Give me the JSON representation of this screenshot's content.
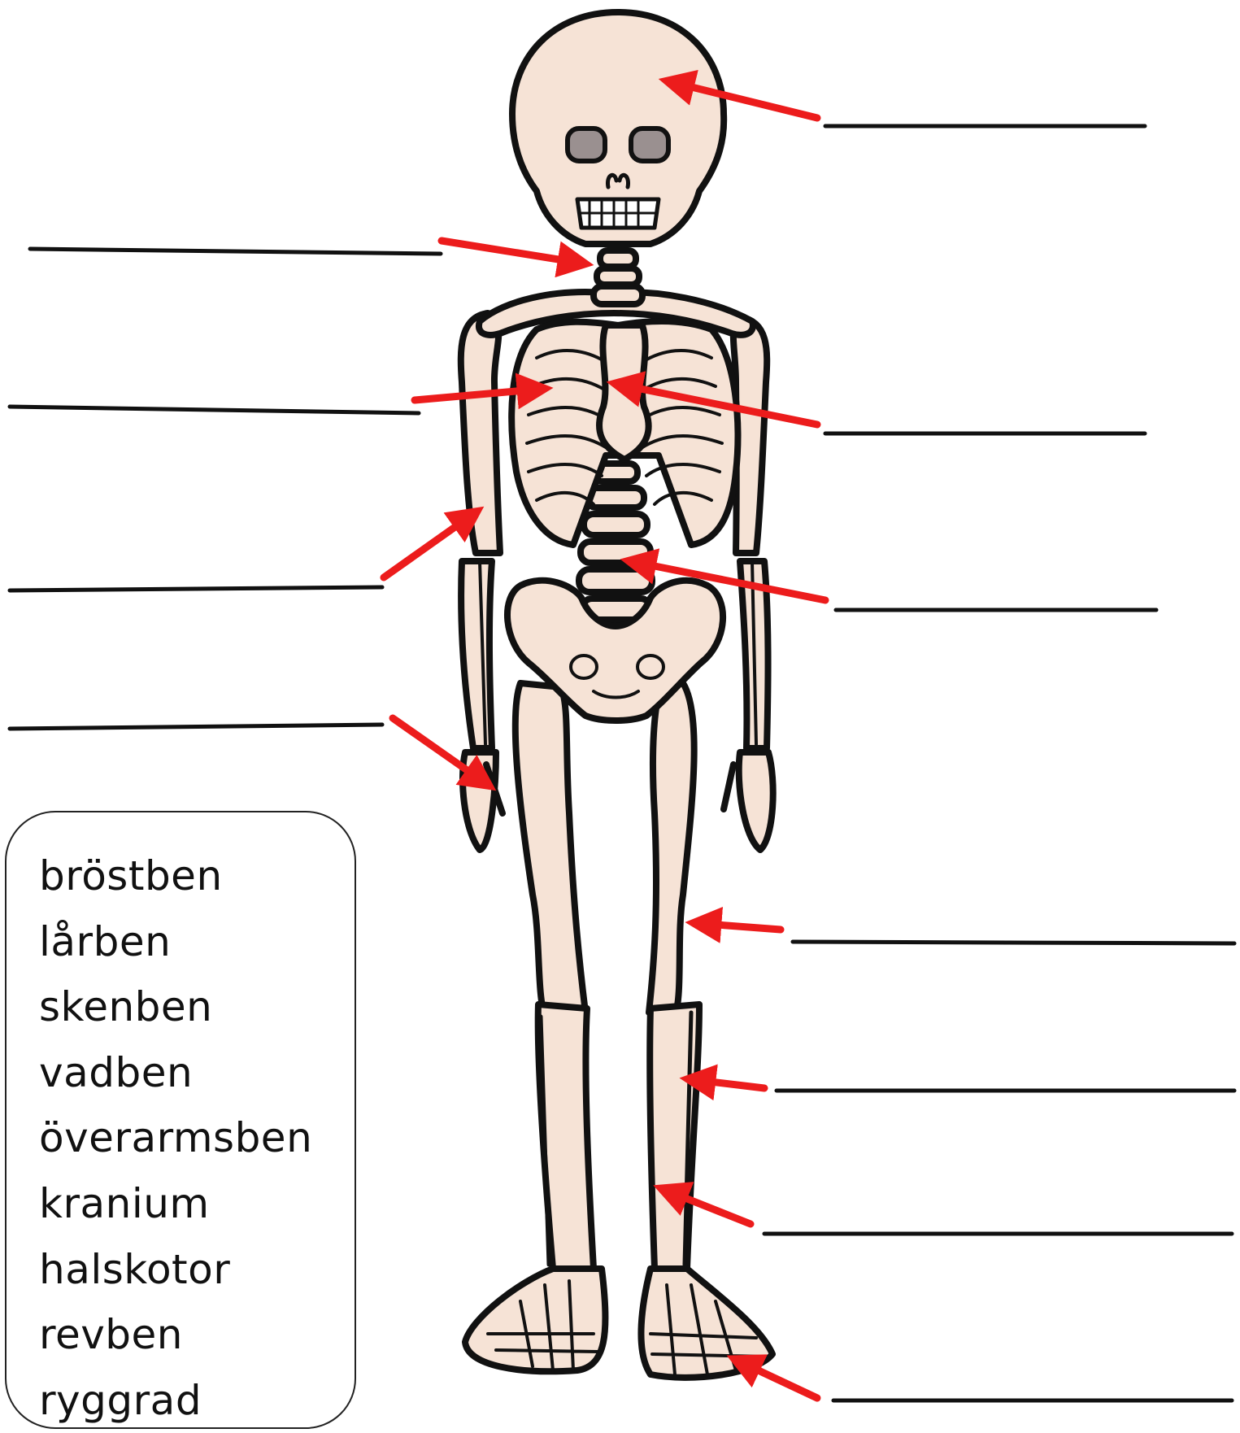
{
  "colors": {
    "bone": "#f6e3d6",
    "outline": "#111111",
    "arrow": "#ec1c1c",
    "answer_line": "#111111"
  },
  "word_bank": {
    "words": [
      "bröstben",
      "lårben",
      "skenben",
      "vadben",
      "överarmsben",
      "kranium",
      "halskotor",
      "revben",
      "ryggrad"
    ]
  },
  "diagram": {
    "figure": "skeleton",
    "label_count": 11
  }
}
